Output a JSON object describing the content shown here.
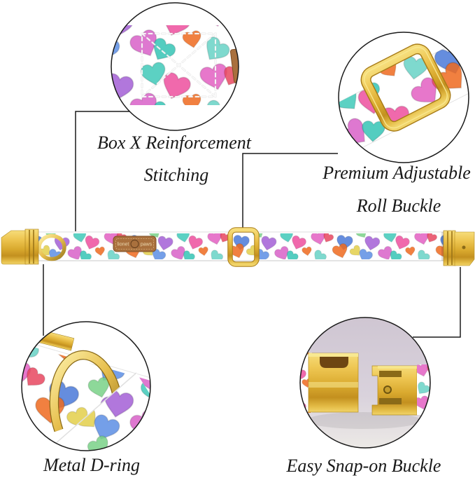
{
  "callouts": [
    {
      "id": "stitching",
      "line1": "Box X Reinforcement",
      "line2": "Stitching"
    },
    {
      "id": "roll_buckle",
      "line1": "Premium Adjustable",
      "line2": "Roll Buckle"
    },
    {
      "id": "d_ring",
      "line1": "Metal D-ring"
    },
    {
      "id": "snap_buckle",
      "line1": "Easy Snap-on Buckle"
    }
  ],
  "brand_tag": {
    "word1": "lionet",
    "word2": "paws"
  },
  "colors": {
    "line": "#1a1a1a",
    "gold": "#e0b43c",
    "gold_light": "#f8e07c",
    "gold_dark": "#9c7a1e",
    "tag_brown": "#a9703d",
    "backdrop_lavender": "#d5cdd8",
    "heart_palette": [
      "#e35fc2",
      "#ef6a1f",
      "#4a79d9",
      "#3fc9b9",
      "#a45fd6",
      "#67d3c6",
      "#e3cf4a",
      "#ee4f9e",
      "#79d187",
      "#5c8ee4",
      "#e8475f"
    ]
  }
}
